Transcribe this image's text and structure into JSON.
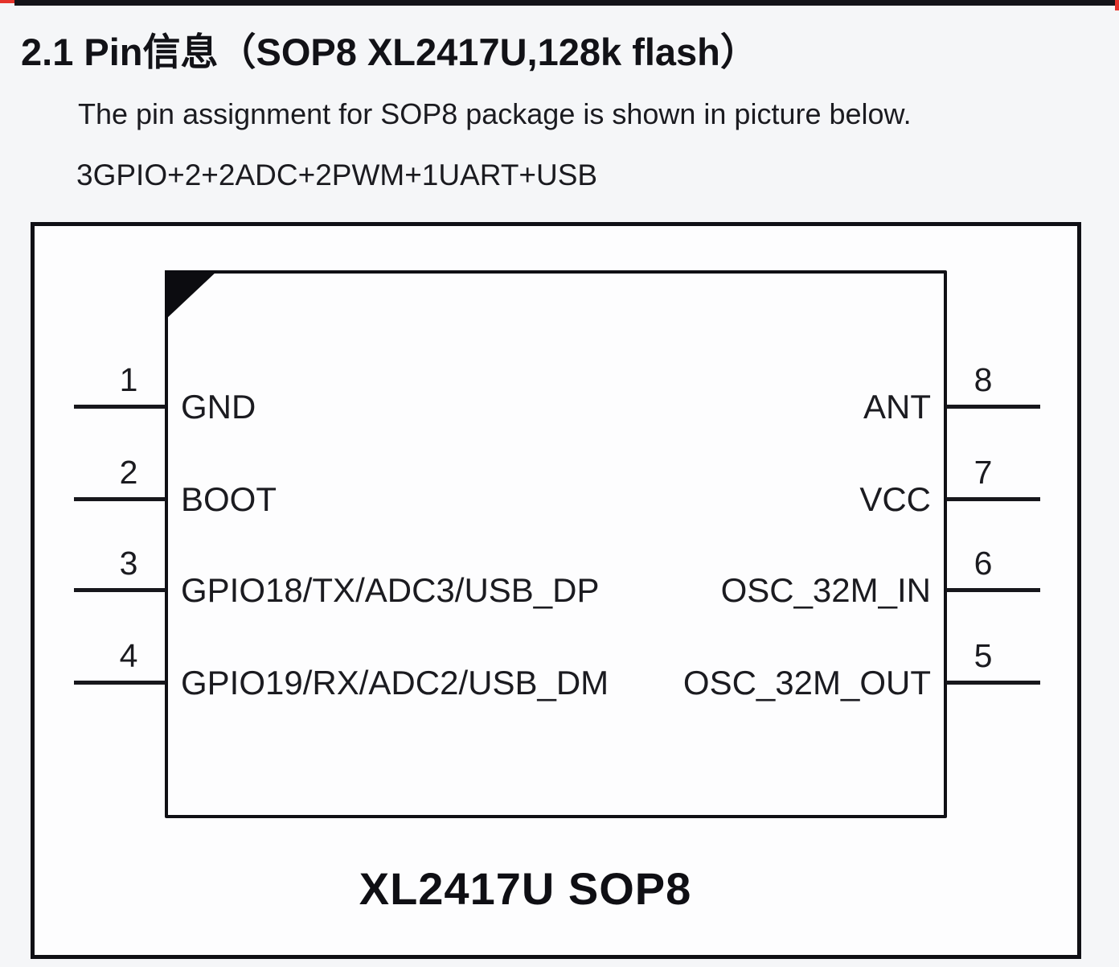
{
  "page": {
    "title": "2.1 Pin信息（SOP8 XL2417U,128k flash）",
    "description": "The pin assignment for SOP8 package is shown in picture below.",
    "io_summary": "3GPIO+2+2ADC+2PWM+1UART+USB"
  },
  "diagram": {
    "chip_label": "XL2417U SOP8",
    "pins": {
      "left": [
        {
          "number": "1",
          "label": "GND"
        },
        {
          "number": "2",
          "label": "BOOT"
        },
        {
          "number": "3",
          "label": "GPIO18/TX/ADC3/USB_DP"
        },
        {
          "number": "4",
          "label": "GPIO19/RX/ADC2/USB_DM"
        }
      ],
      "right": [
        {
          "number": "8",
          "label": "ANT"
        },
        {
          "number": "7",
          "label": "VCC"
        },
        {
          "number": "6",
          "label": "OSC_32M_IN"
        },
        {
          "number": "5",
          "label": "OSC_32M_OUT"
        }
      ]
    }
  },
  "colors": {
    "accent_red": "#e5332b",
    "line_black": "#131318"
  }
}
